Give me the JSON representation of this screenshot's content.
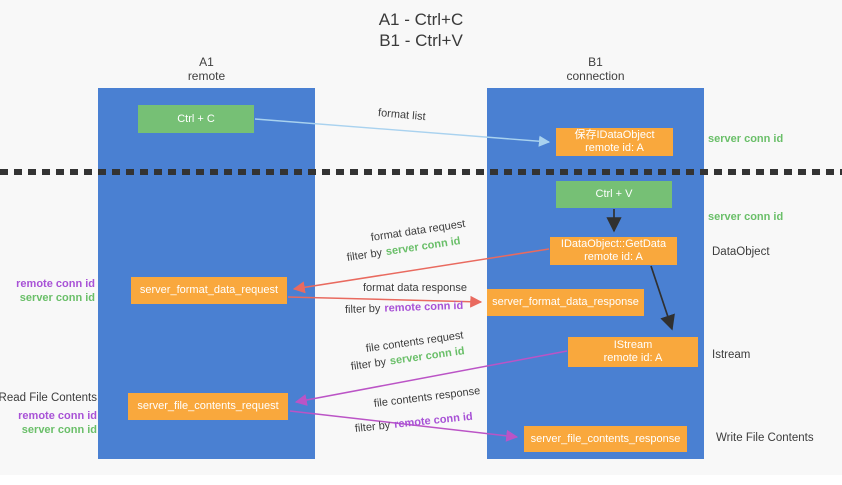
{
  "title": {
    "line1": "A1 - Ctrl+C",
    "line2": "B1 - Ctrl+V"
  },
  "lanes": {
    "left": {
      "name": "A1",
      "role": "remote"
    },
    "right": {
      "name": "B1",
      "role": "connection"
    }
  },
  "nodes": {
    "ctrl_c": {
      "label": "Ctrl + C"
    },
    "save_idataobject": {
      "line1": "保存IDataObject",
      "line2": "remote id: A"
    },
    "ctrl_v": {
      "label": "Ctrl + V"
    },
    "getdata": {
      "line1": "IDataObject::GetData",
      "line2": "remote id: A"
    },
    "format_request": {
      "label": "server_format_data_request"
    },
    "format_response": {
      "label": "server_format_data_response"
    },
    "istream": {
      "line1": "IStream",
      "line2": "remote id: A"
    },
    "file_request": {
      "label": "server_file_contents_request"
    },
    "file_response": {
      "label": "server_file_contents_response"
    }
  },
  "flows": {
    "format_list": {
      "label": "format list"
    },
    "format_data_request": {
      "label": "format data request",
      "filter_prefix": "filter by",
      "filter_key": "server conn id"
    },
    "format_data_response": {
      "label": "format data response",
      "filter_prefix": "filter by",
      "filter_key": "remote conn id"
    },
    "file_contents_request": {
      "label": "file contents request",
      "filter_prefix": "filter by",
      "filter_key": "server conn id"
    },
    "file_contents_response": {
      "label": "file contents response",
      "filter_prefix": "filter by",
      "filter_key": "remote conn id"
    }
  },
  "side_labels": {
    "left_mid_remote": "remote conn id",
    "left_mid_server": "server conn id",
    "read_file_contents": "Read File Contents",
    "left_bottom_remote": "remote conn id",
    "left_bottom_server": "server conn id",
    "right_server_conn_top": "server conn id",
    "right_server_conn_mid": "server conn id",
    "dataobject": "DataObject",
    "istream": "Istream",
    "write_file_contents": "Write File Contents"
  },
  "colors": {
    "lane_blue": "#4a80d2",
    "node_green": "#76c075",
    "node_orange": "#f9a83d",
    "text_green": "#6abf69",
    "text_purple": "#a852d6",
    "arrow_red": "#e96a5f",
    "arrow_magenta": "#bb54c6",
    "arrow_lightblue": "#a9d2ef",
    "arrow_black": "#303030"
  }
}
